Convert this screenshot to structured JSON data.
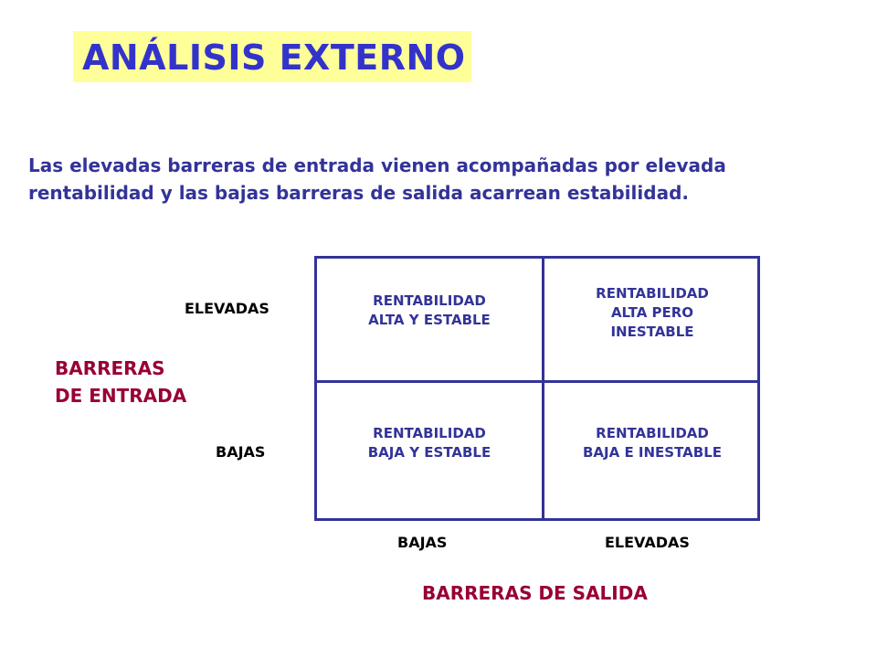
{
  "title": "ANÁLISIS EXTERNO",
  "intro": {
    "line1": "Las elevadas barreras de entrada vienen acompañadas por elevada",
    "line2": "rentabilidad y las bajas barreras de salida acarrean estabilidad."
  },
  "y_axis": {
    "title_line1": "BARRERAS",
    "title_line2": "DE ENTRADA",
    "high_label": "ELEVADAS",
    "low_label": "BAJAS"
  },
  "x_axis": {
    "title": "BARRERAS DE SALIDA",
    "low_label": "BAJAS",
    "high_label": "ELEVADAS"
  },
  "matrix": {
    "top_left": "RENTABILIDAD\nALTA Y ESTABLE",
    "top_right": "RENTABILIDAD\nALTA PERO\nINESTABLE",
    "bottom_left": "RENTABILIDAD\nBAJA Y ESTABLE",
    "bottom_right": "RENTABILIDAD\nBAJA E INESTABLE"
  },
  "colors": {
    "title_bg": "#ffff99",
    "title_text": "#3333cc",
    "body_text": "#333399",
    "axis_title": "#990033",
    "grid_line": "#333399"
  }
}
